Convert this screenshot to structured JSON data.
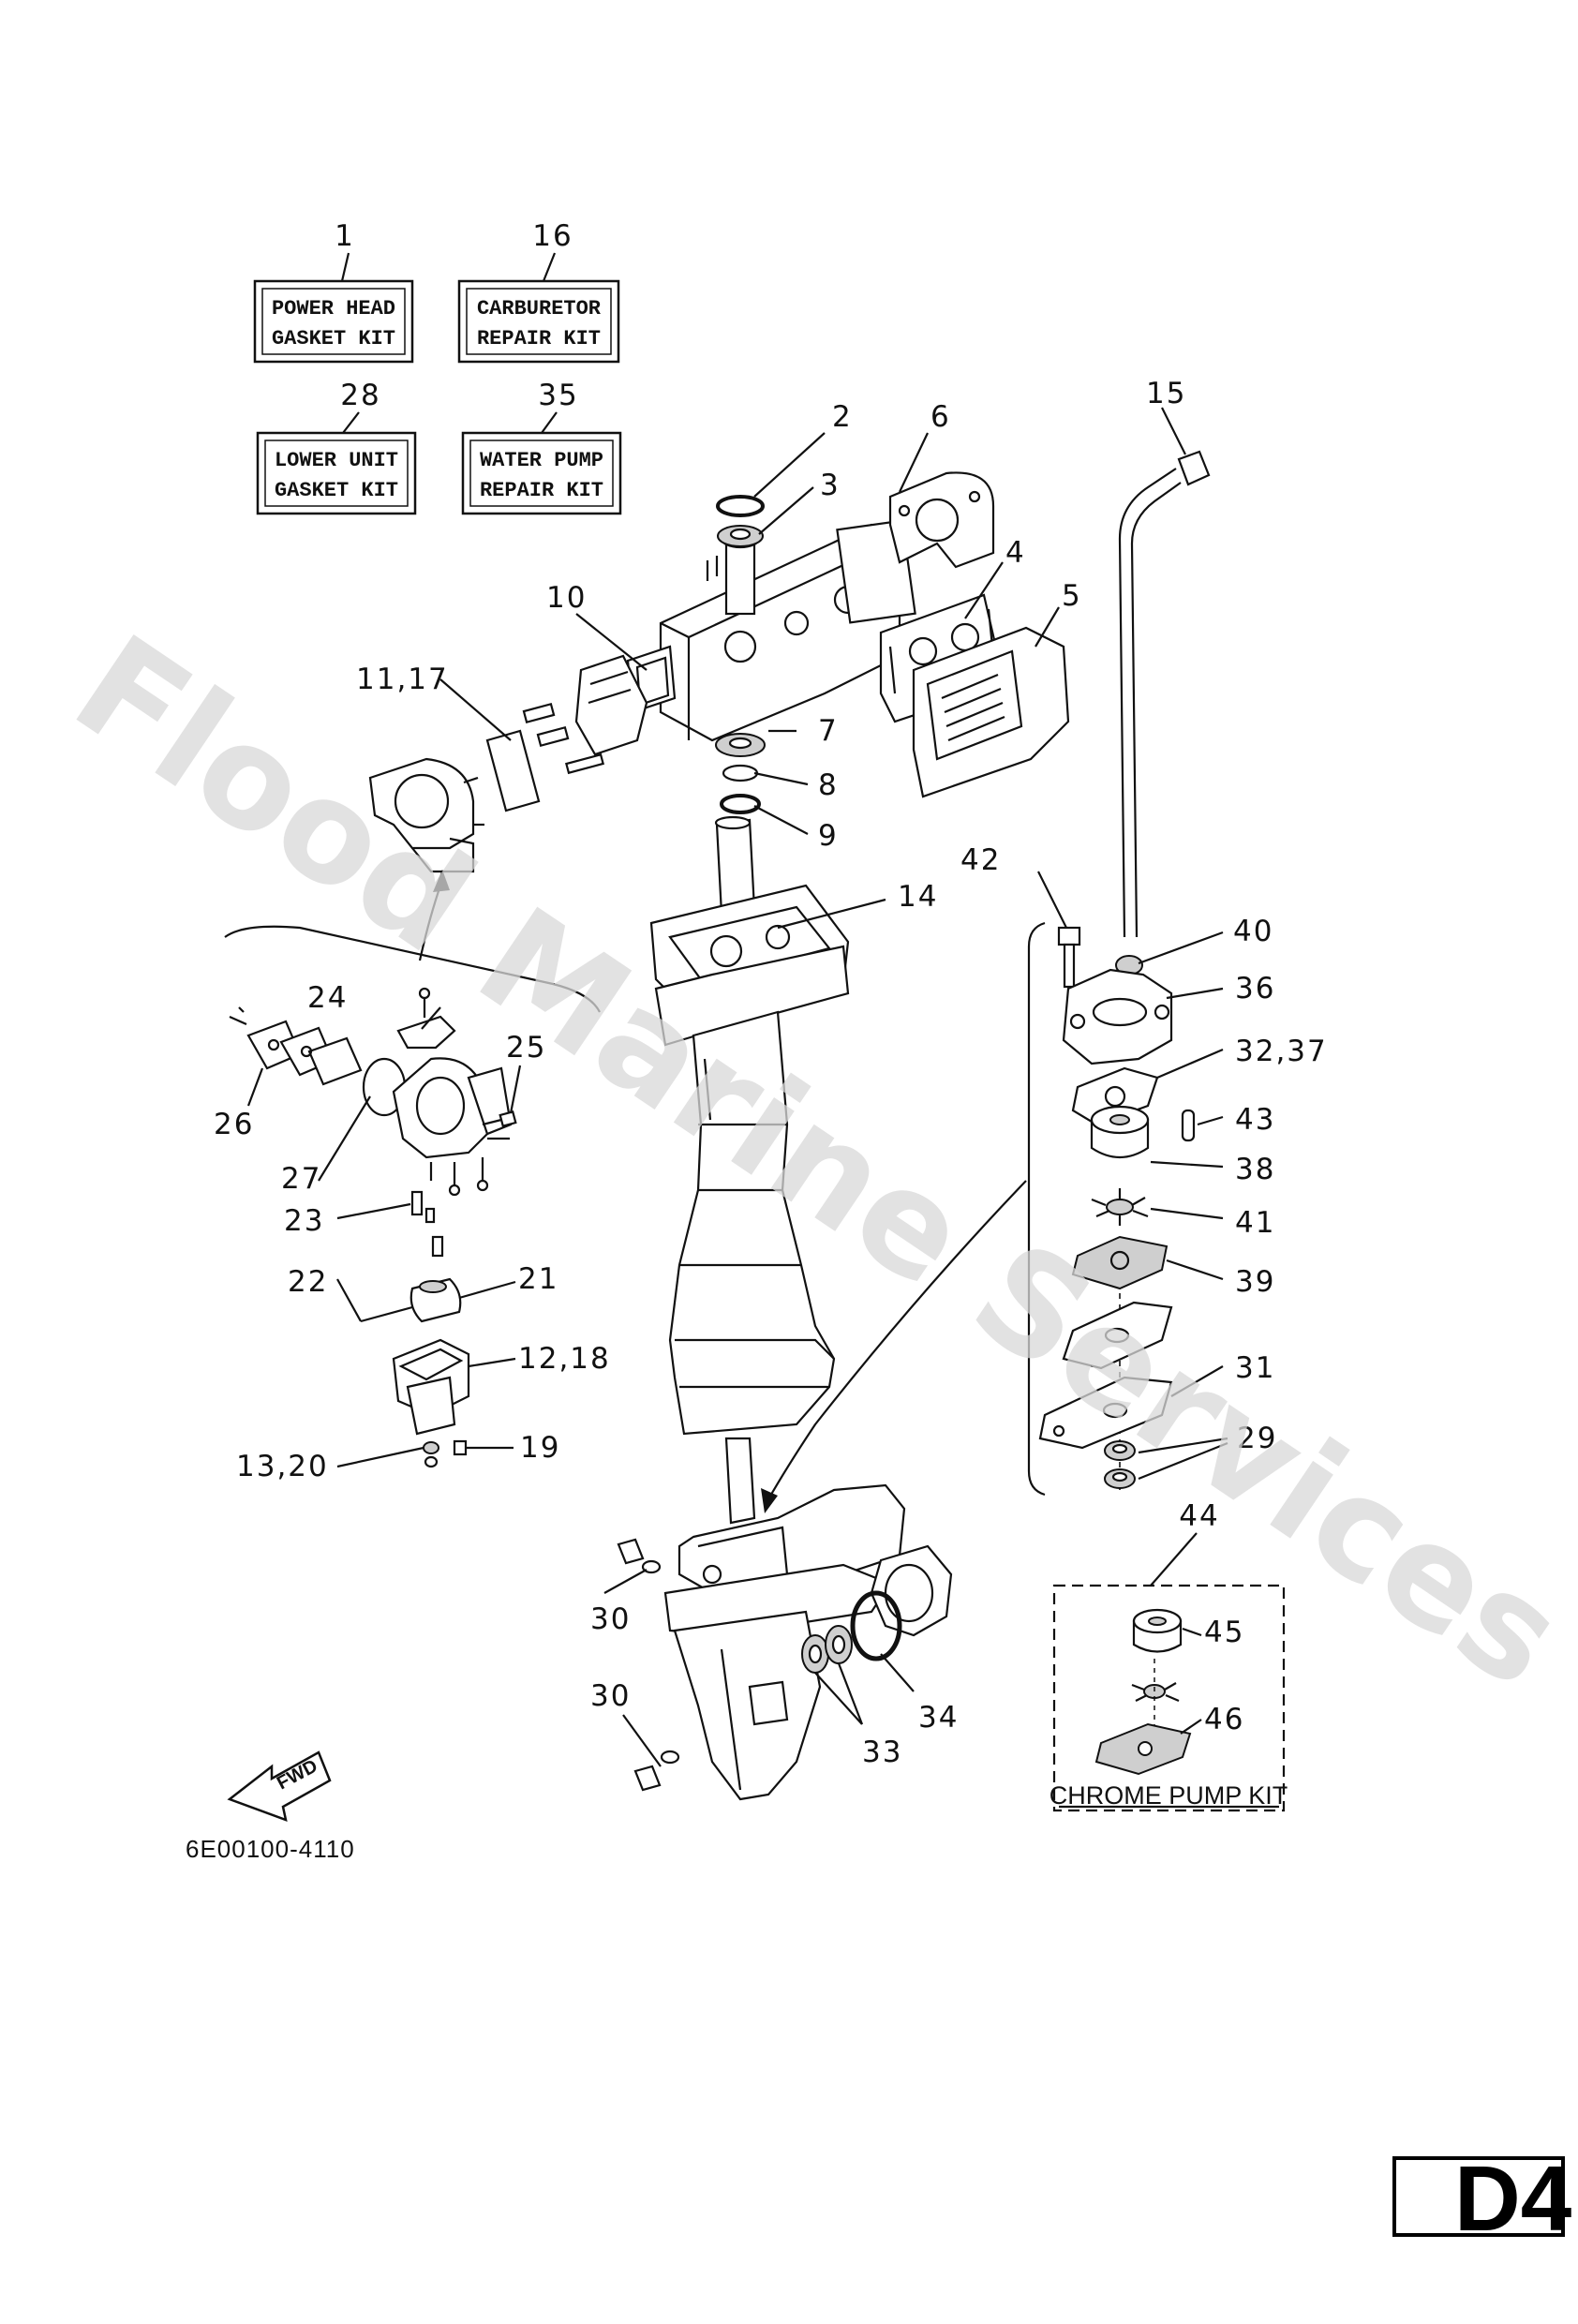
{
  "kits": {
    "power_head": {
      "number": "1",
      "line1": "POWER HEAD",
      "line2": "GASKET KIT"
    },
    "carburetor": {
      "number": "16",
      "line1": "CARBURETOR",
      "line2": "REPAIR KIT"
    },
    "lower_unit": {
      "number": "28",
      "line1": "LOWER UNIT",
      "line2": "GASKET KIT"
    },
    "water_pump": {
      "number": "35",
      "line1": "WATER PUMP",
      "line2": "REPAIR KIT"
    },
    "chrome_pump": {
      "number": "44",
      "label": "CHROME PUMP KIT"
    }
  },
  "callouts": {
    "c2": "2",
    "c3": "3",
    "c4": "4",
    "c5": "5",
    "c6": "6",
    "c7": "7",
    "c8": "8",
    "c9": "9",
    "c10": "10",
    "c11_17": "11,17",
    "c12_18": "12,18",
    "c13_20": "13,20",
    "c14": "14",
    "c15": "15",
    "c19": "19",
    "c21": "21",
    "c22": "22",
    "c23": "23",
    "c24": "24",
    "c25": "25",
    "c26": "26",
    "c27": "27",
    "c29": "29",
    "c30a": "30",
    "c30b": "30",
    "c31": "31",
    "c32_37": "32,37",
    "c33": "33",
    "c34": "34",
    "c36": "36",
    "c38": "38",
    "c39": "39",
    "c40": "40",
    "c41": "41",
    "c42": "42",
    "c43": "43",
    "c45": "45",
    "c46": "46"
  },
  "direction_label": "FWD",
  "diagram_code": "6E00100-4110",
  "page_tag": "D4",
  "watermark": "Flood Marine Services"
}
